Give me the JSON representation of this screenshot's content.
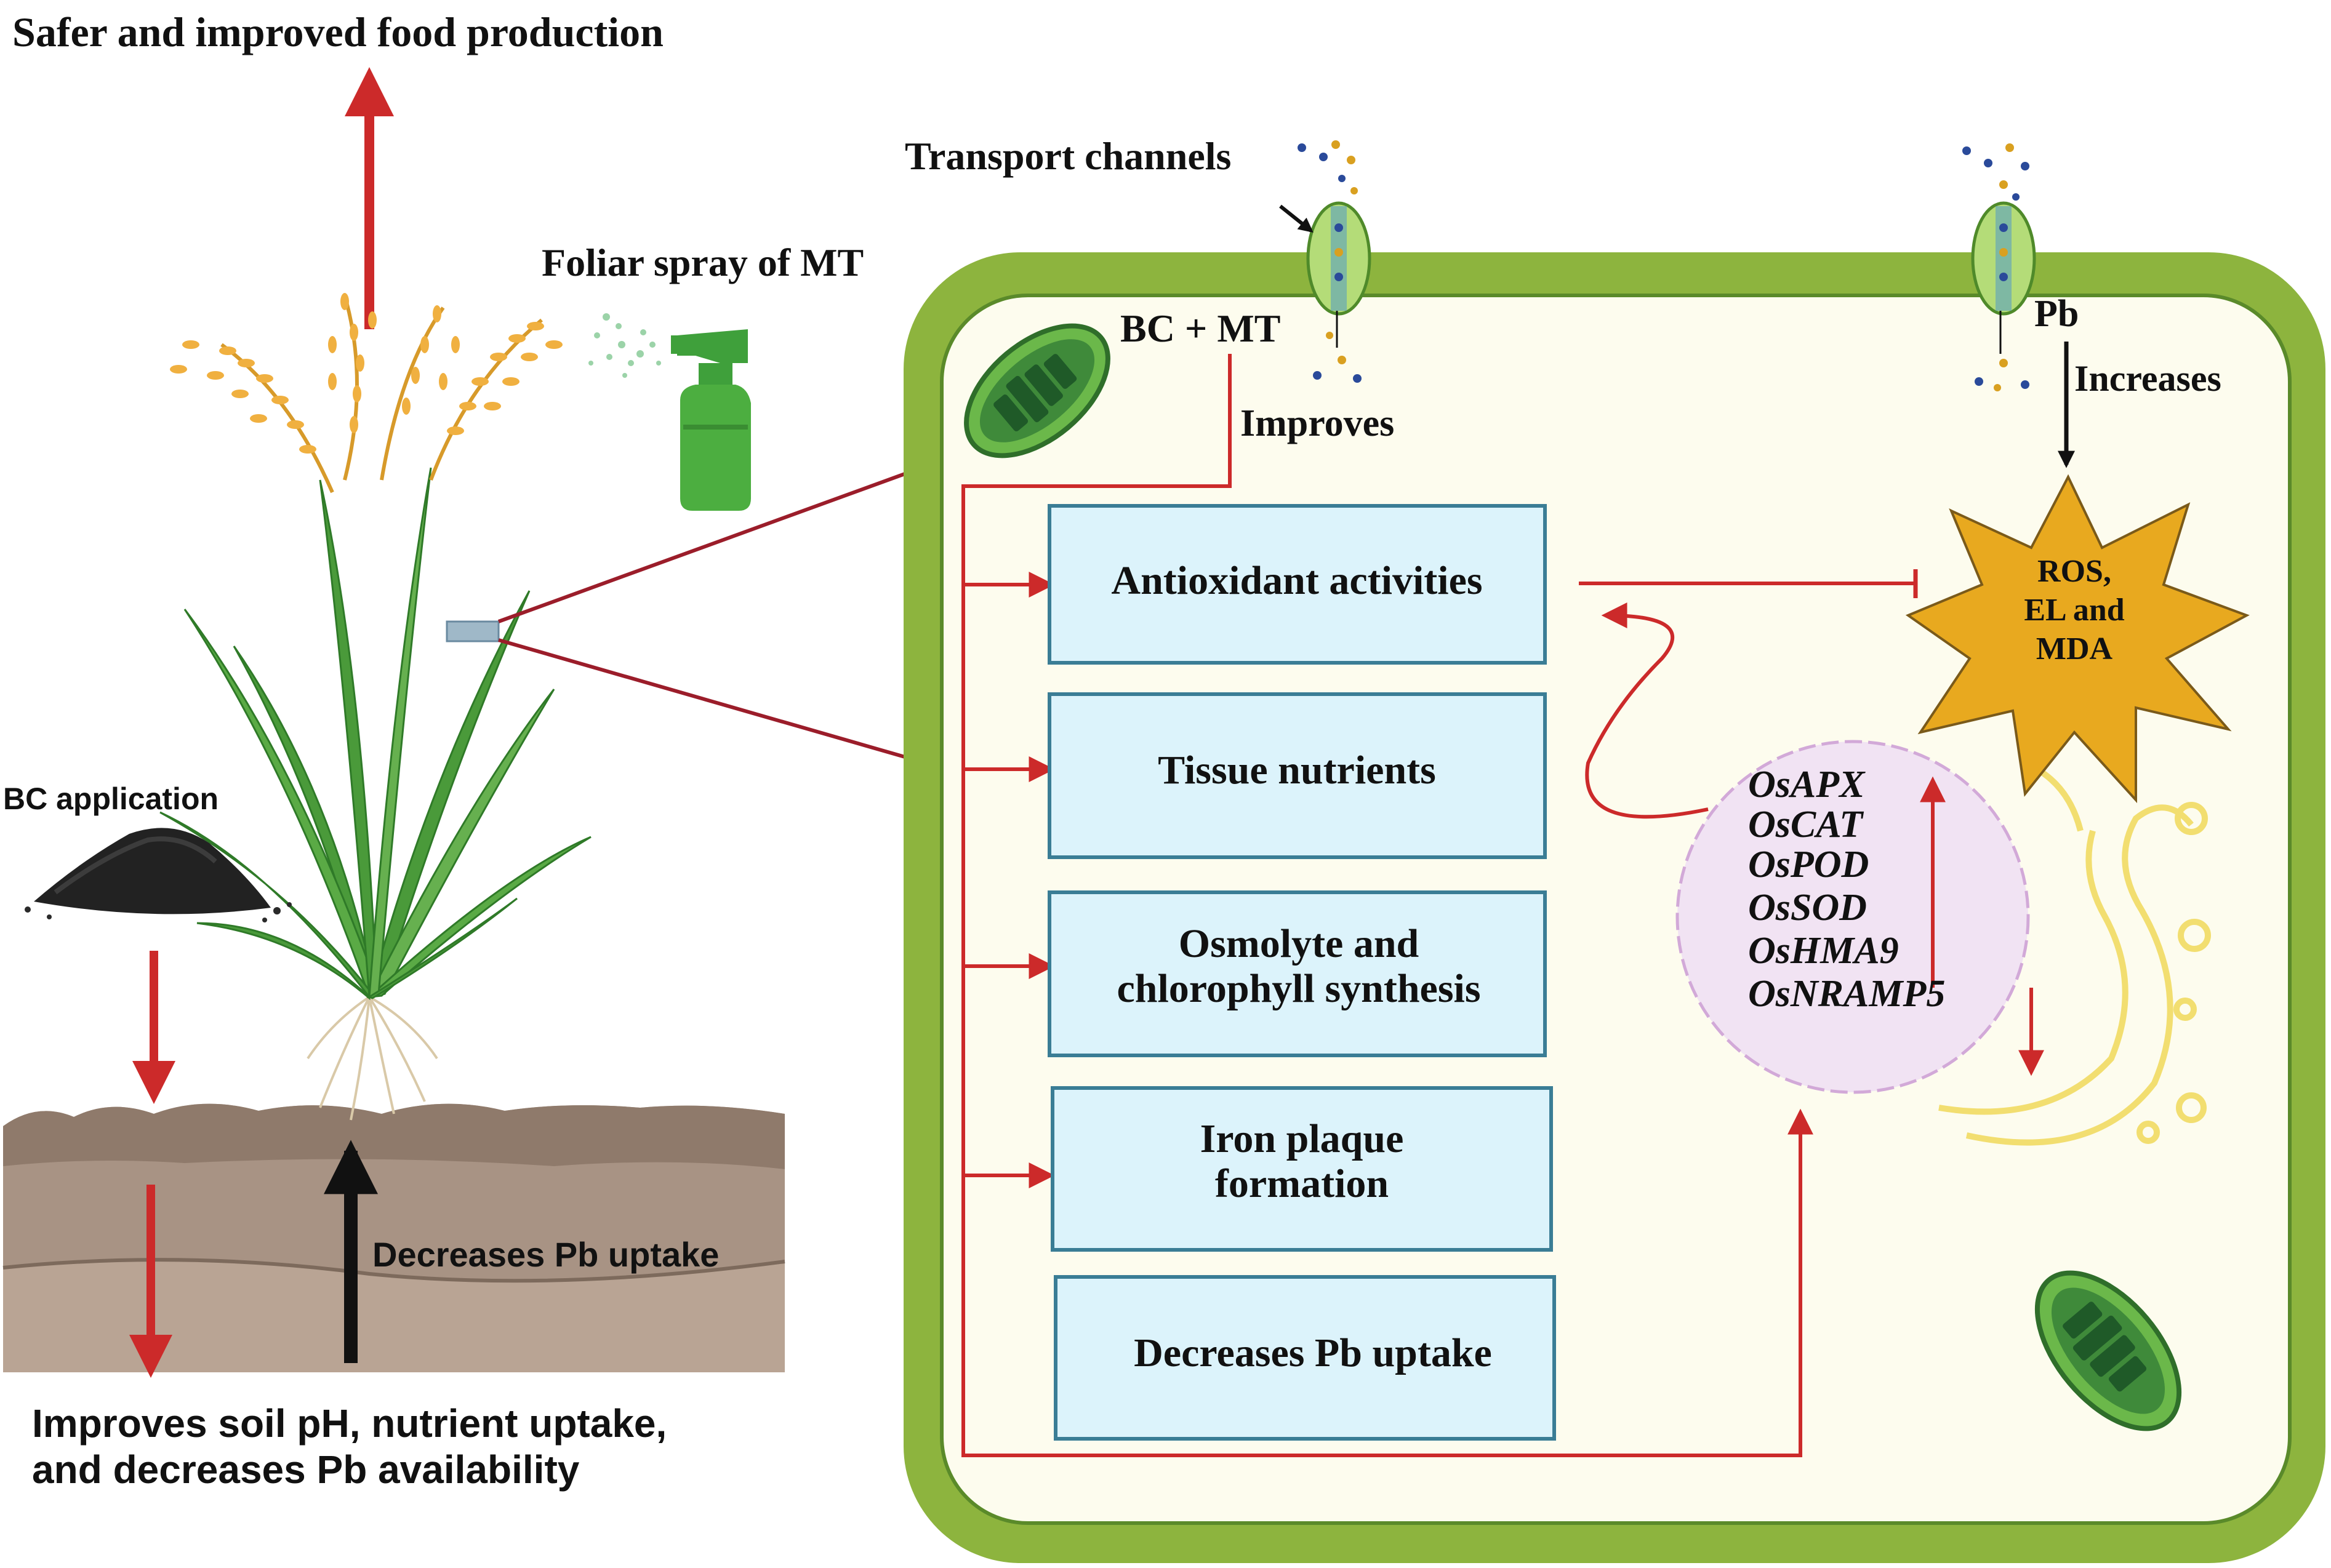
{
  "title": "Safer and improved food production",
  "foliar_label": "Foliar spray of MT",
  "bc_label": "BC application",
  "soil_uptake_label": "Decreases Pb uptake",
  "soil_effect": [
    "Improves soil pH, nutrient uptake,",
    "and decreases Pb availability"
  ],
  "transport_label": "Transport channels",
  "bcmt_label": "BC + MT",
  "improves_label": "Improves",
  "pb_label": "Pb",
  "increases_label": "Increases",
  "boxes": [
    [
      "Antioxidant activities"
    ],
    [
      "Tissue nutrients"
    ],
    [
      "Osmolyte and",
      "chlorophyll synthesis"
    ],
    [
      "Iron plaque",
      "formation"
    ],
    [
      "Decreases Pb uptake"
    ]
  ],
  "ros_label": [
    "ROS,",
    "EL and",
    "MDA"
  ],
  "genes": [
    "OsAPX",
    "OsCAT",
    "OsPOD",
    "OsSOD",
    "OsHMA9",
    "OsNRAMP5"
  ],
  "colors": {
    "arrow_red": "#cc2a2a",
    "cell_wall": "#8db43e",
    "cytoplasm": "#fdfcee",
    "box_fill": "#dcf3fb",
    "box_stroke": "#3a7d95",
    "ros_fill": "#e8a91f",
    "nucleus": "#f1e3f3",
    "golgi": "#f2de70",
    "soil": "#a89384",
    "grain": "#f0b040",
    "leaf": "#4a9a3a"
  }
}
